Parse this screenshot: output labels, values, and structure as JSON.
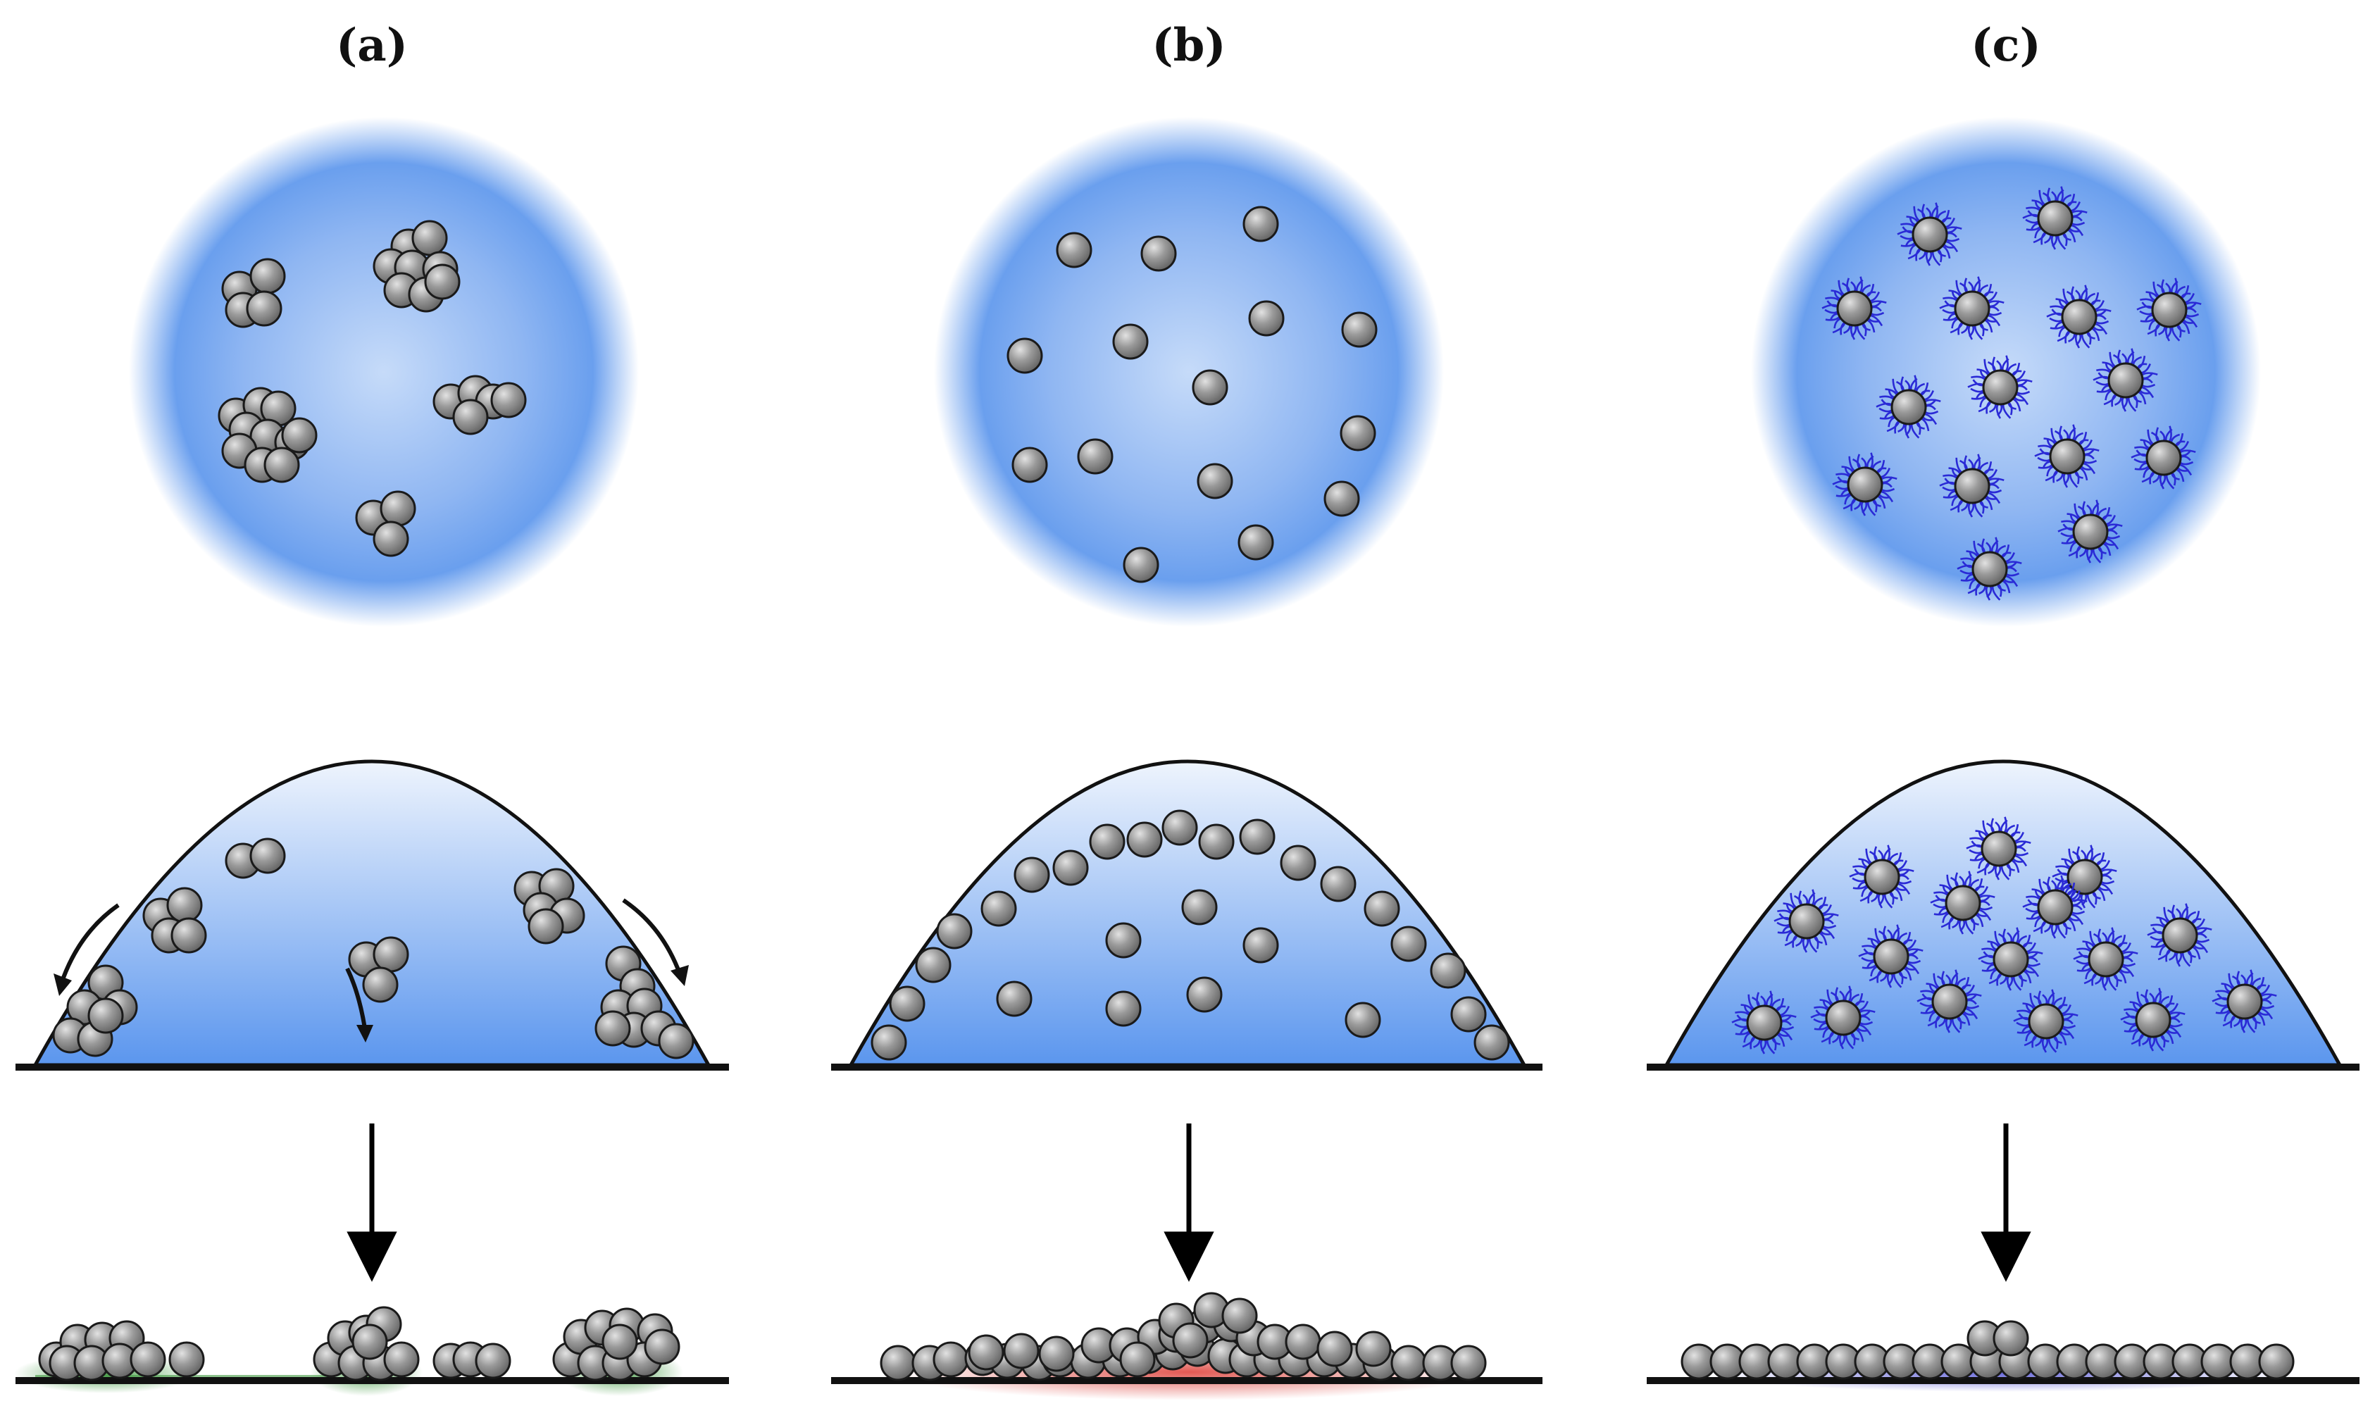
{
  "panels": [
    {
      "id": "a",
      "label": "(a)",
      "state": "aggregated",
      "residue_color": "#3f9a3f"
    },
    {
      "id": "b",
      "label": "(b)",
      "state": "dispersed",
      "residue_color": "#e0504a"
    },
    {
      "id": "c",
      "label": "(c)",
      "state": "stabilized",
      "residue_color": "#5a5ad8"
    }
  ],
  "colors": {
    "droplet": "#5b96ee",
    "droplet_light": "#cfe1fb",
    "particle": "#8f8f8f",
    "particle_highlight": "#d9d9d9",
    "particle_outline": "#1a1a1a",
    "ligand": "#2a2ad6",
    "substrate": "#111111"
  }
}
